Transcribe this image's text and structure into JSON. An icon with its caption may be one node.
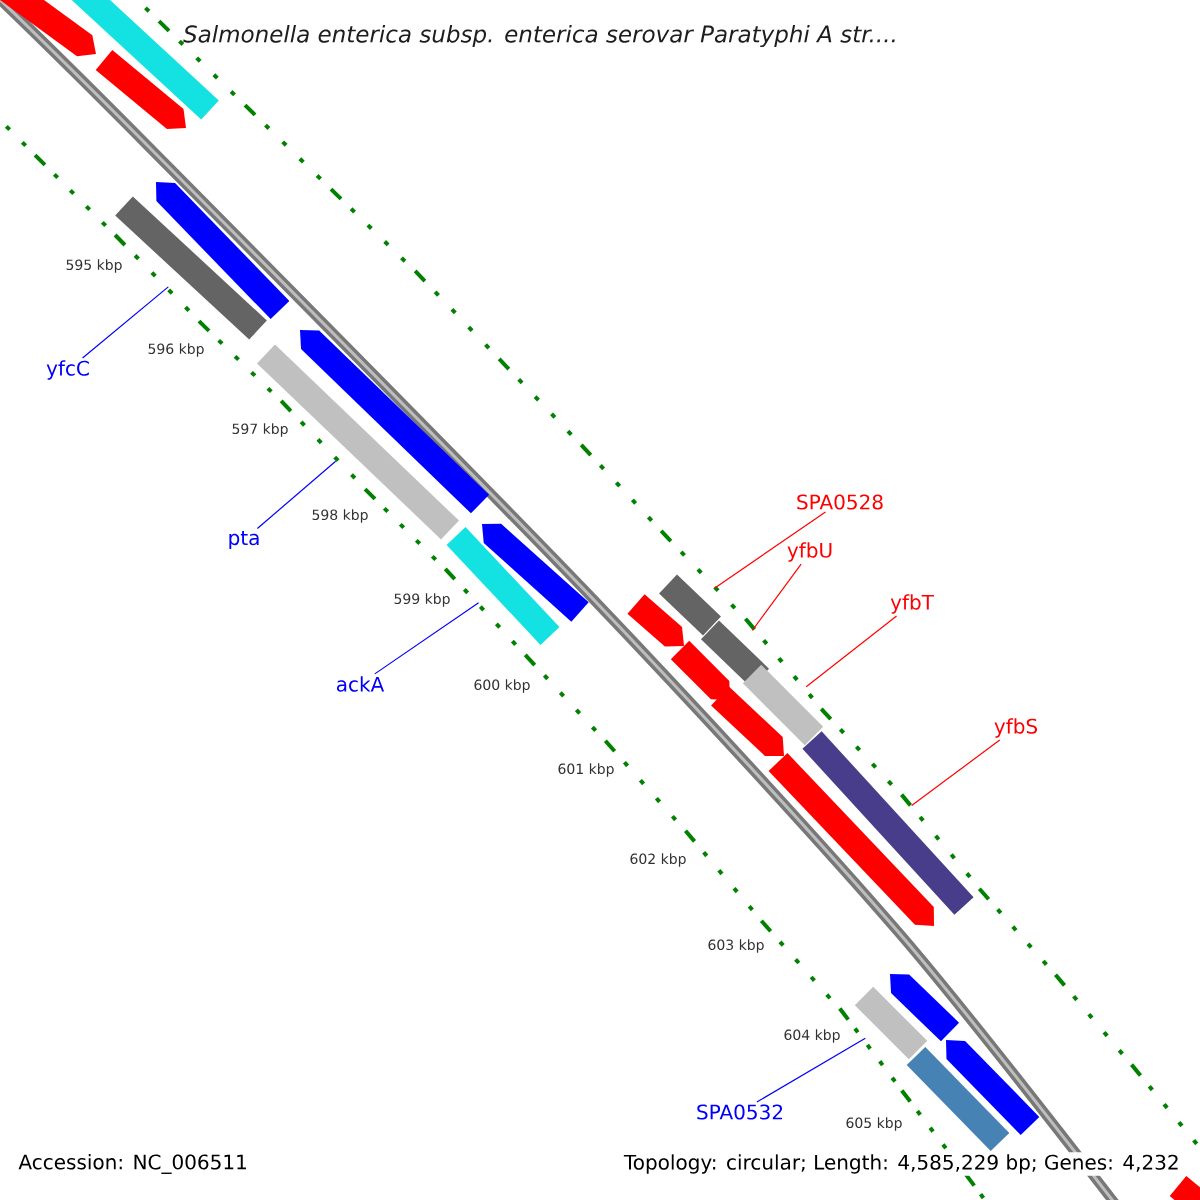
{
  "diagram": {
    "title": "Salmonella enterica subsp. enterica serovar Paratyphi A str....",
    "nodes": [
      {
        "text": [
          "yfcC"
        ]
      },
      {
        "text": [],
        "shape": "bar"
      },
      {
        "text": [
          "pta"
        ]
      },
      {
        "text": [],
        "shape": "bar"
      },
      {
        "text": [
          "ackA"
        ]
      },
      {
        "text": [],
        "shape": "bar"
      },
      {
        "text": [
          "SPA0528"
        ]
      },
      {
        "text": [],
        "shape": "bar"
      },
      {
        "text": [
          "yfbU"
        ]
      },
      {
        "text": [],
        "shape": "bar"
      },
      {
        "text": [
          "yfbT"
        ]
      },
      {
        "text": [],
        "shape": "bar"
      },
      {
        "text": [
          "yfbS"
        ]
      },
      {
        "text": [],
        "shape": "bar"
      },
      {
        "text": [
          "SPA0532"
        ]
      },
      {
        "text": [],
        "shape": "bar"
      },
      {
        "text": [],
        "shape": "arrow"
      },
      {
        "text": [],
        "shape": "arrow"
      },
      {
        "text": [],
        "shape": "bar"
      },
      {
        "text": [],
        "shape": "arrow"
      },
      {
        "text": [],
        "shape": "arrow"
      },
      {
        "text": [],
        "shape": "arrow"
      },
      {
        "text": [],
        "shape": "arrow"
      },
      {
        "text": [],
        "shape": "arrow"
      },
      {
        "text": [],
        "shape": "arrow"
      },
      {
        "text": [],
        "shape": "arrow"
      },
      {
        "text": [],
        "shape": "arrow"
      },
      {
        "text": [],
        "shape": "bar"
      },
      {
        "text": [],
        "shape": "arrow"
      },
      {
        "text": [],
        "shape": "arrow"
      }
    ],
    "edges": [
      {
        "from": 0,
        "to": 1,
        "arrow": "none"
      },
      {
        "from": 2,
        "to": 3,
        "arrow": "none"
      },
      {
        "from": 4,
        "to": 5,
        "arrow": "none"
      },
      {
        "from": 6,
        "to": 7,
        "arrow": "none",
        "color": "#ff0000"
      },
      {
        "from": 8,
        "to": 9,
        "arrow": "none",
        "color": "#ff0000"
      },
      {
        "from": 10,
        "to": 11,
        "arrow": "none",
        "color": "#ff0000"
      },
      {
        "from": 12,
        "to": 13,
        "arrow": "none",
        "color": "#ff0000"
      },
      {
        "from": 14,
        "to": 15,
        "arrow": "none"
      }
    ],
    "labels": [
      "595 kbp",
      "596 kbp",
      "597 kbp",
      "598 kbp",
      "599 kbp",
      "600 kbp",
      "601 kbp",
      "602 kbp",
      "603 kbp",
      "604 kbp",
      "605 kbp",
      "Accession: NC_006511",
      "Topology: circular; Length: 4,585,229 bp; Genes: 4,232"
    ]
  }
}
